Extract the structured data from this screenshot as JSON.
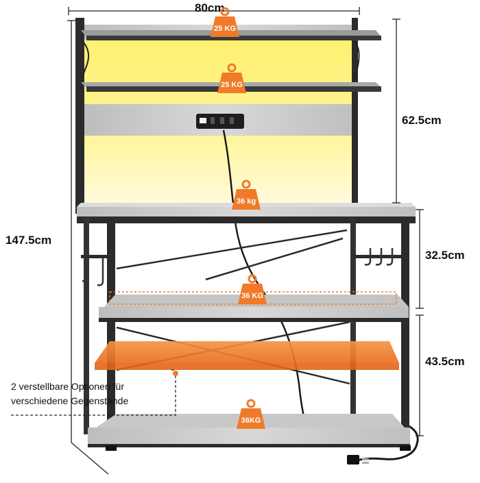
{
  "dimensions": {
    "width": "80cm",
    "total_height": "147.5cm",
    "hutch_height": "62.5cm",
    "upper_shelf_gap": "32.5cm",
    "lower_shelf_gap": "43.5cm"
  },
  "load_badges": [
    {
      "label": "25 KG"
    },
    {
      "label": "25 KG"
    },
    {
      "label": "36 kg"
    },
    {
      "label": "36 KG"
    },
    {
      "label": "36KG"
    }
  ],
  "note": {
    "line1": "2 verstellbare Optionen für",
    "line2": "verschiedene Gegenstände"
  },
  "colors": {
    "accent": "#F07A2A",
    "frame": "#2b2b2b",
    "wood": "#c9c9c9",
    "led": "#ffe94a"
  }
}
